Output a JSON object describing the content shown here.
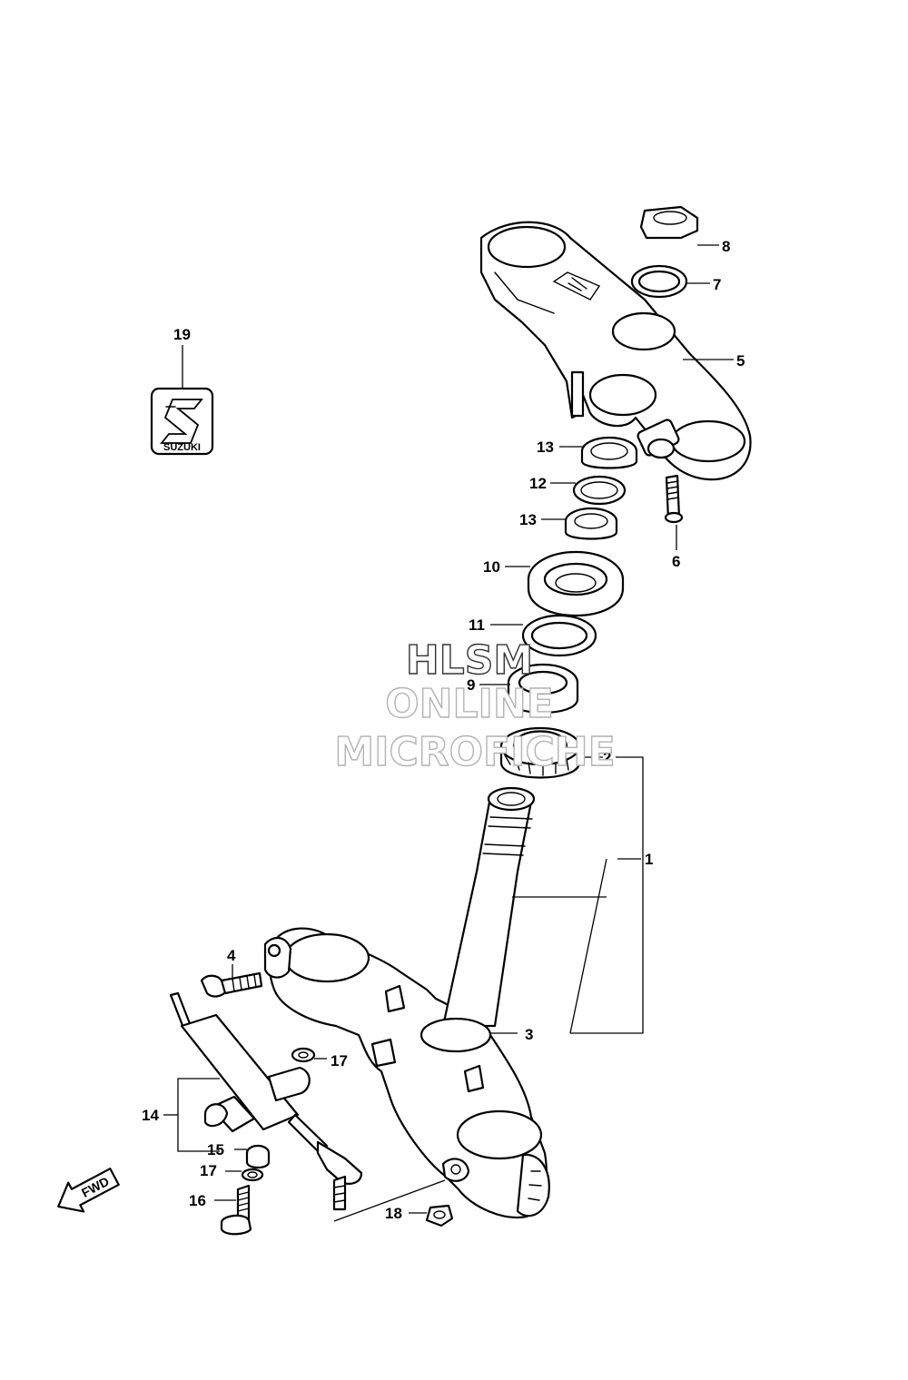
{
  "callouts": [
    {
      "id": "8",
      "label": "8"
    },
    {
      "id": "7",
      "label": "7"
    },
    {
      "id": "5",
      "label": "5"
    },
    {
      "id": "19",
      "label": "19"
    },
    {
      "id": "13a",
      "label": "13"
    },
    {
      "id": "12",
      "label": "12"
    },
    {
      "id": "13b",
      "label": "13"
    },
    {
      "id": "6",
      "label": "6"
    },
    {
      "id": "10",
      "label": "10"
    },
    {
      "id": "11",
      "label": "11"
    },
    {
      "id": "9",
      "label": "9"
    },
    {
      "id": "2",
      "label": "2"
    },
    {
      "id": "1",
      "label": "1"
    },
    {
      "id": "3",
      "label": "3"
    },
    {
      "id": "4",
      "label": "4"
    },
    {
      "id": "17a",
      "label": "17"
    },
    {
      "id": "14",
      "label": "14"
    },
    {
      "id": "15",
      "label": "15"
    },
    {
      "id": "17b",
      "label": "17"
    },
    {
      "id": "16",
      "label": "16"
    },
    {
      "id": "18",
      "label": "18"
    }
  ],
  "watermark": {
    "line1": "HLSM",
    "line2": "ONLINE",
    "line3": "MICROFICHE"
  },
  "emblem": {
    "brand_text": "SUZUKI"
  },
  "fwd_arrow": {
    "label": "FWD"
  }
}
